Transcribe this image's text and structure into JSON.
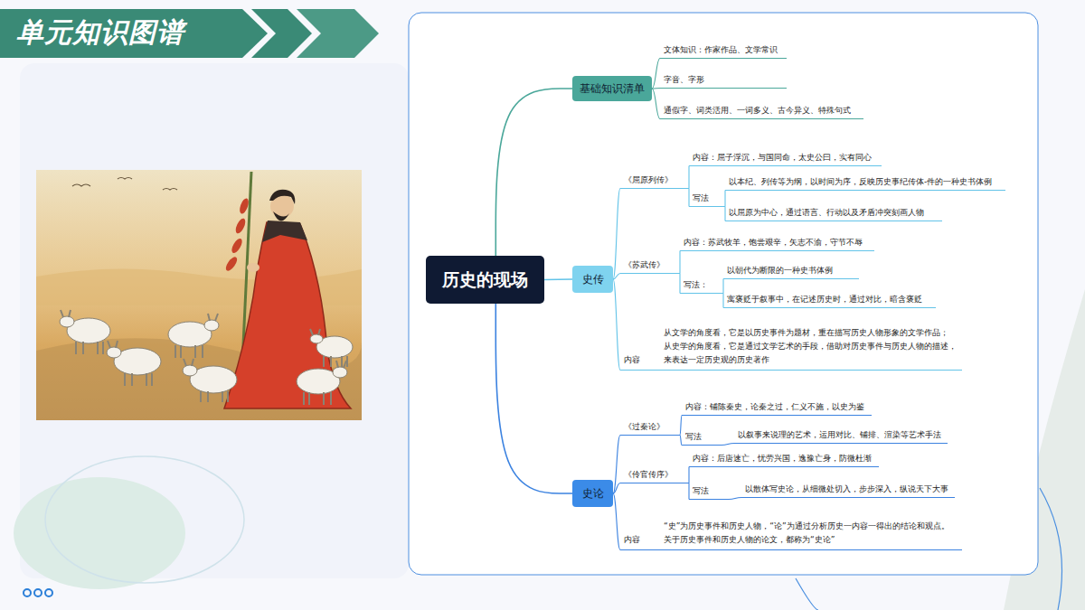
{
  "diagram": {
    "title": "单元知识图谱",
    "nodes": [
      {
        "text": [
          "历史的现场"
        ]
      },
      {
        "text": [
          "基础知识清单"
        ]
      },
      {
        "text": [
          "文体知识：作家作品、文学常识"
        ]
      },
      {
        "text": [
          "字音、字形"
        ]
      },
      {
        "text": [
          "通假字、词类活用、一词多义、古今异义、特殊句式"
        ]
      },
      {
        "text": [
          "史传"
        ]
      },
      {
        "text": [
          "《屈原列传》"
        ]
      },
      {
        "text": [
          "内容：屈子浮沉，与国同命，太史公曰，实有同心"
        ]
      },
      {
        "text": [
          "写法"
        ]
      },
      {
        "text": [
          "以本纪、列传等为纲，以时间为序，反映历史事纪传体-件的一种史书体例"
        ]
      },
      {
        "text": [
          "以屈原为中心，通过语言、行动以及矛盾冲突刻画人物"
        ]
      },
      {
        "text": [
          "《苏武传》"
        ]
      },
      {
        "text": [
          "内容：苏武牧羊，饱尝艰辛，矢志不渝，守节不辱"
        ]
      },
      {
        "text": [
          "写法："
        ]
      },
      {
        "text": [
          "以朝代为断限的一种史书体例"
        ]
      },
      {
        "text": [
          "寓褒贬于叙事中，在记述历史时，通过对比，暗含褒贬"
        ]
      },
      {
        "text": [
          "内容",
          "从文学的角度看，它是以历史事件为题材，重在描写历史人物形象的文学作品； 从史学的角度看，它是通过文学艺术的手段，借助对历史事件与历史人物的描述， 来表达一定历史观的历史著作"
        ]
      },
      {
        "text": [
          "史论"
        ]
      },
      {
        "text": [
          "《过秦论》"
        ]
      },
      {
        "text": [
          "内容：铺陈秦史，论秦之过，仁义不施，以史为鉴"
        ]
      },
      {
        "text": [
          "写法"
        ]
      },
      {
        "text": [
          "以叙事来说理的艺术，运用对比、铺排、渲染等艺术手法"
        ]
      },
      {
        "text": [
          "《伶官传序》"
        ]
      },
      {
        "text": [
          "内容：后唐速亡，忧劳兴国，逸豫亡身，防微杜渐"
        ]
      },
      {
        "text": [
          "写法"
        ]
      },
      {
        "text": [
          "以散体写史论，从细微处切入，步步深入，纵说天下大事"
        ]
      },
      {
        "text": [
          "内容",
          "“史”为历史事件和历史人物，“论”为通过分析历史一内容一得出的结论和观点。 关于历史事件和历史人物的论文，都称为“史论”"
        ]
      }
    ],
    "edges": [
      {
        "from": 0,
        "to": 1,
        "arrow": "none"
      },
      {
        "from": 0,
        "to": 5,
        "arrow": "none"
      },
      {
        "from": 0,
        "to": 17,
        "arrow": "none"
      },
      {
        "from": 1,
        "to": 2,
        "arrow": "none"
      },
      {
        "from": 1,
        "to": 3,
        "arrow": "none"
      },
      {
        "from": 1,
        "to": 4,
        "arrow": "none"
      },
      {
        "from": 5,
        "to": 6,
        "arrow": "none"
      },
      {
        "from": 5,
        "to": 11,
        "arrow": "none"
      },
      {
        "from": 5,
        "to": 16,
        "arrow": "none"
      },
      {
        "from": 6,
        "to": 7,
        "arrow": "none"
      },
      {
        "from": 6,
        "to": 8,
        "arrow": "none"
      },
      {
        "from": 8,
        "to": 9,
        "arrow": "none"
      },
      {
        "from": 8,
        "to": 10,
        "arrow": "none"
      },
      {
        "from": 11,
        "to": 12,
        "arrow": "none"
      },
      {
        "from": 11,
        "to": 13,
        "arrow": "none"
      },
      {
        "from": 13,
        "to": 14,
        "arrow": "none"
      },
      {
        "from": 13,
        "to": 15,
        "arrow": "none"
      },
      {
        "from": 17,
        "to": 18,
        "arrow": "none"
      },
      {
        "from": 17,
        "to": 22,
        "arrow": "none"
      },
      {
        "from": 17,
        "to": 26,
        "arrow": "none"
      },
      {
        "from": 18,
        "to": 19,
        "arrow": "none"
      },
      {
        "from": 18,
        "to": 20,
        "arrow": "none"
      },
      {
        "from": 20,
        "to": 21,
        "arrow": "none"
      },
      {
        "from": 22,
        "to": 23,
        "arrow": "none"
      },
      {
        "from": 22,
        "to": 24,
        "arrow": "none"
      },
      {
        "from": 24,
        "to": 25,
        "arrow": "none"
      }
    ]
  }
}
